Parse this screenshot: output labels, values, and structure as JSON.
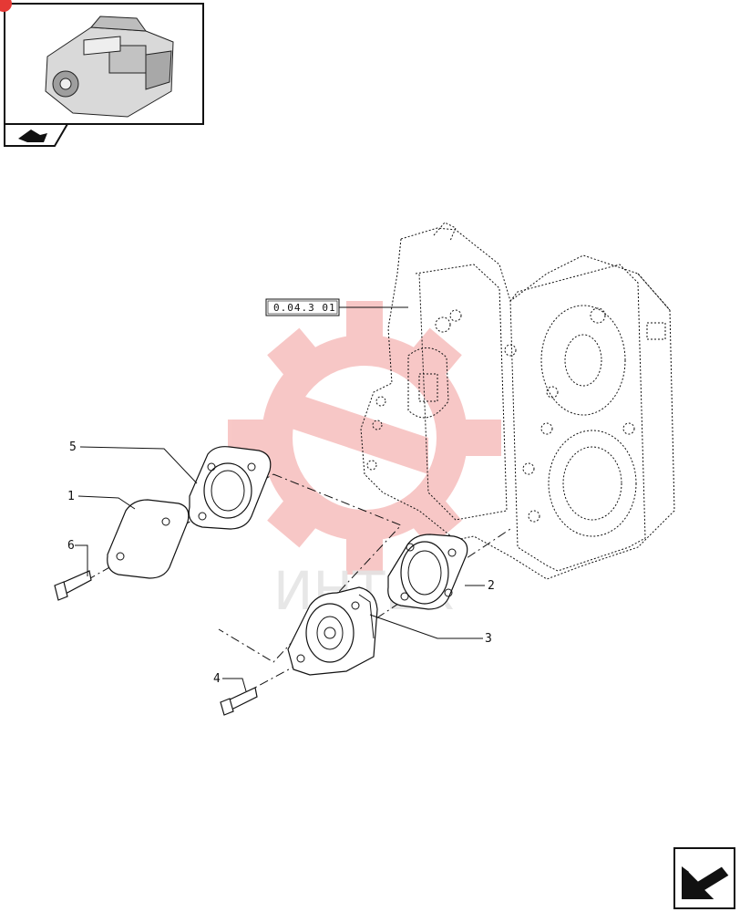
{
  "reference_code": "0.04.3 01",
  "callouts": [
    {
      "id": "callout-1",
      "label": "1"
    },
    {
      "id": "callout-2",
      "label": "2"
    },
    {
      "id": "callout-3",
      "label": "3"
    },
    {
      "id": "callout-4",
      "label": "4"
    },
    {
      "id": "callout-5",
      "label": "5"
    },
    {
      "id": "callout-6",
      "label": "6"
    }
  ],
  "watermark": {
    "color": "#e53935",
    "text": "ИНТЕХ"
  },
  "icons": {
    "thumbnail": "engine-thumbnail-icon",
    "top_nav": "book-pointer-icon",
    "bottom_nav": "arrow-left-down-icon"
  }
}
